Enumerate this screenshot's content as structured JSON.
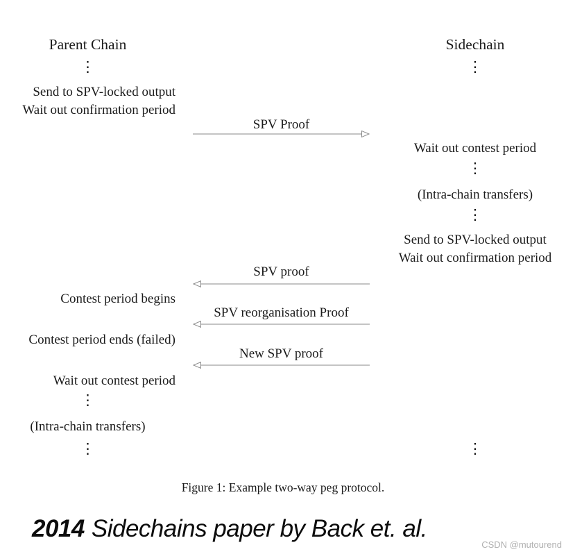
{
  "diagram": {
    "dots": "⋮",
    "parent_chain": {
      "title": "Parent Chain",
      "send_output": "Send to SPV-locked output",
      "wait_confirmation": "Wait out confirmation period",
      "contest_begins": "Contest period begins",
      "contest_ends": "Contest period ends (failed)",
      "wait_contest": "Wait out contest period",
      "intra_chain": "(Intra-chain transfers)"
    },
    "sidechain": {
      "title": "Sidechain",
      "wait_contest": "Wait out contest period",
      "intra_chain": "(Intra-chain transfers)",
      "send_output": "Send to SPV-locked output",
      "wait_confirmation": "Wait out confirmation period"
    },
    "arrows": [
      {
        "label": "SPV Proof",
        "direction": "right"
      },
      {
        "label": "SPV proof",
        "direction": "left"
      },
      {
        "label": "SPV reorganisation Proof",
        "direction": "left"
      },
      {
        "label": "New SPV proof",
        "direction": "left"
      }
    ],
    "caption": "Figure 1: Example two-way peg protocol."
  },
  "footer": {
    "year": "2014",
    "title": "Sidechains paper by Back et. al.",
    "watermark": "CSDN @mutourend"
  },
  "colors": {
    "arrow_line": "#8a8a8a",
    "text": "#1b1b1b",
    "watermark": "#b0b0b0"
  }
}
